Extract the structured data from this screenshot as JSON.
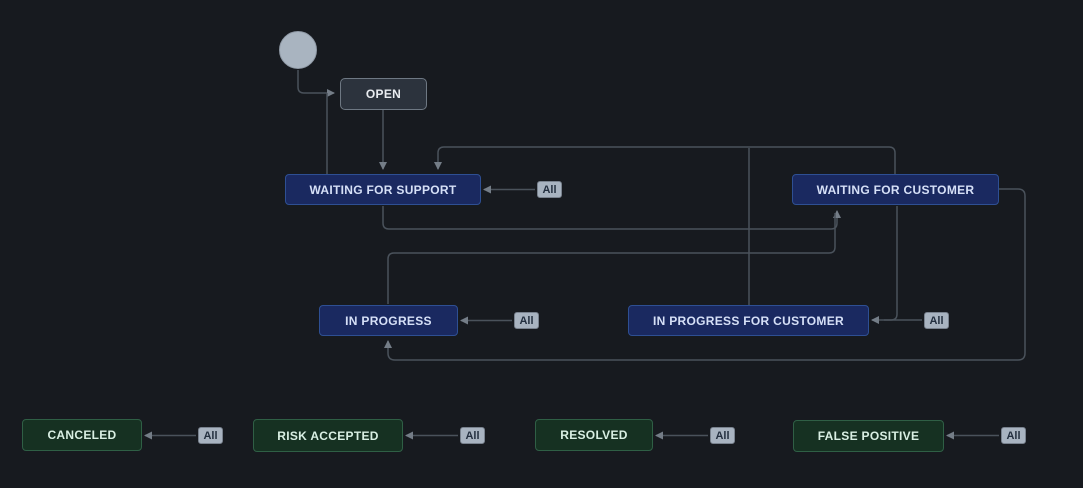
{
  "theme": {
    "background": "#171a1f",
    "line": "#4a525b",
    "arrow": "#747d87",
    "status_gray_bg": "#2c333d",
    "status_gray_border": "#6e7883",
    "status_gray_text": "#e9ecf0",
    "status_blue_bg": "#1a2960",
    "status_blue_border": "#2e4f93",
    "status_blue_text": "#d6e0f7",
    "status_green_bg": "#163122",
    "status_green_border": "#2f5f45",
    "status_green_text": "#d9efe3",
    "badge_bg": "#a8b3c0",
    "badge_border": "#79828e",
    "badge_text": "#232f3f",
    "start_node": "#a9b4c0",
    "start_node_border": "#8f99a5"
  },
  "nodes": {
    "open": {
      "label": "OPEN"
    },
    "waiting_for_support": {
      "label": "WAITING FOR SUPPORT"
    },
    "waiting_for_customer": {
      "label": "WAITING FOR CUSTOMER"
    },
    "in_progress": {
      "label": "IN PROGRESS"
    },
    "in_progress_for_customer": {
      "label": "IN PROGRESS FOR CUSTOMER"
    },
    "canceled": {
      "label": "CANCELED"
    },
    "risk_accepted": {
      "label": "RISK ACCEPTED"
    },
    "resolved": {
      "label": "RESOLVED"
    },
    "false_positive": {
      "label": "FALSE POSITIVE"
    }
  },
  "transition_label": "All"
}
